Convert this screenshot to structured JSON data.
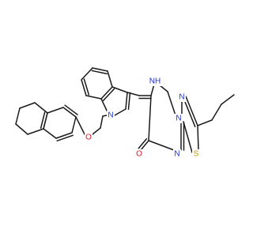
{
  "molecule": {
    "colors": {
      "bond": "#1a1a1a",
      "N": "#1c2fd6",
      "O": "#e0141e",
      "S": "#b59b00",
      "background": "#ffffff"
    },
    "atom_labels": {
      "imine": "NH",
      "imine_sub": "",
      "n_ring_upper": "N",
      "n_ring_lower": "N",
      "n_ring_bridge": "N",
      "n_thiadiazole": "N",
      "n_indole": "N",
      "s_thiadiazole": "S",
      "o_carbonyl": "O",
      "o_ether": "O"
    }
  }
}
